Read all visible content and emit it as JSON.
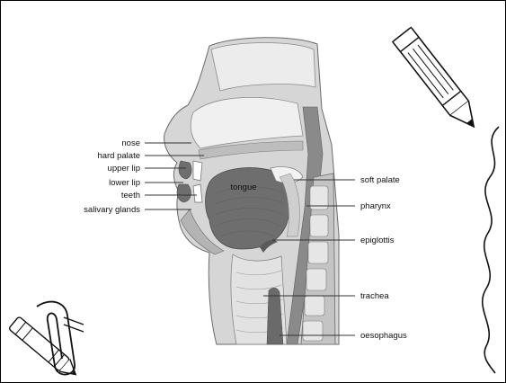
{
  "diagram": {
    "labels_left": [
      "nose",
      "hard palate",
      "upper lip",
      "lower lip",
      "teeth",
      "salivary glands"
    ],
    "labels_right": [
      "soft palate",
      "pharynx",
      "epiglottis",
      "trachea",
      "oesophagus"
    ],
    "label_tongue": "tongue"
  },
  "colors": {
    "frame": "#000000",
    "tissue_light": "#d6d6d6",
    "tissue_mid": "#b4b4b4",
    "tissue_dark": "#6e6e6e",
    "cavity": "#ededed"
  },
  "decorations": {
    "top_right_icon": "crayon-icon",
    "bottom_left_icon": "paperclip-crayon-icon",
    "right_edge": "wavy-line"
  }
}
